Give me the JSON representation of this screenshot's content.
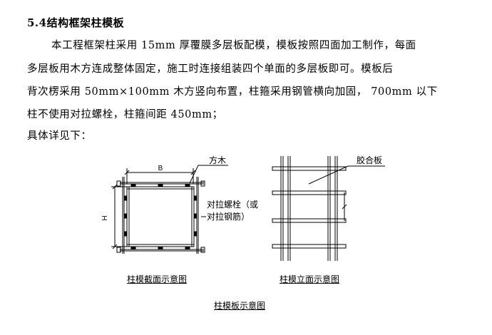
{
  "section": {
    "heading": "5.4结构框架柱模板"
  },
  "paragraph": {
    "line1": "本工程框架柱采用 15mm 厚覆膜多层板配模，模板按照四面加工制作，每面",
    "line2": "多层板用木方连成整体固定，施工时连接组装四个单面的多层板即可。模板后",
    "line3": "背次楞采用 50mm×100mm 木方竖向布置，柱箍采用钢管横向加固，  700mm 以下",
    "line4": "柱不使用对拉螺栓，柱箍间距 450mm；",
    "line5": "具体详见下："
  },
  "figure": {
    "section_view": {
      "dim_b": "B",
      "dim_h": "H",
      "label_timber": "方木",
      "label_bolt_1": "对拉螺栓（或",
      "label_bolt_2": "对拉钢筋）",
      "caption": "柱模截面示意图"
    },
    "elevation_view": {
      "label_plywood": "胶合板",
      "caption": "柱模立面示意图"
    },
    "main_caption": "柱模板示意图"
  }
}
